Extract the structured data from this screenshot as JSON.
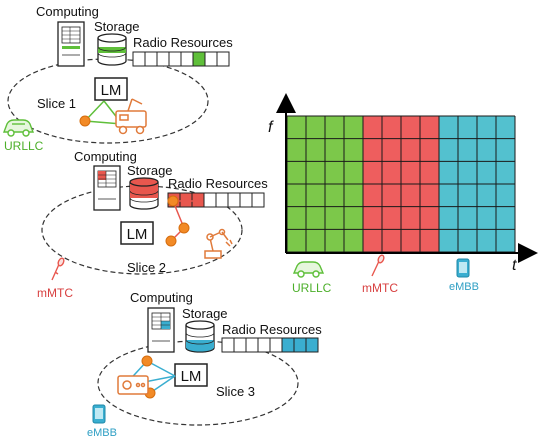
{
  "slices": [
    {
      "slice_label": "Slice 1",
      "computing_label": "Computing",
      "storage_label": "Storage",
      "radio_label": "Radio Resources",
      "model_label": "LM",
      "service_label": "URLLC",
      "service_icon": "car-icon",
      "device_icon": "robot-cart-icon",
      "accent": "#5fbf3a",
      "allocated_cells": [
        5
      ]
    },
    {
      "slice_label": "Slice 2",
      "computing_label": "Computing",
      "storage_label": "Storage",
      "radio_label": "Radio Resources",
      "model_label": "LM",
      "service_label": "mMTC",
      "service_icon": "sensor-probe-icon",
      "device_icon": "robotic-arm-icon",
      "accent": "#e8574e",
      "allocated_cells": [
        0,
        1,
        2
      ]
    },
    {
      "slice_label": "Slice 3",
      "computing_label": "Computing",
      "storage_label": "Storage",
      "radio_label": "Radio Resources",
      "model_label": "LM",
      "service_label": "eMBB",
      "service_icon": "smartphone-icon",
      "device_icon": "radio-device-icon",
      "accent": "#3aaed0",
      "allocated_cells": [
        5,
        6,
        7
      ]
    }
  ],
  "grid": {
    "y_axis_label": "f",
    "x_axis_label": "t",
    "rows": 6,
    "regions": [
      {
        "service": "URLLC",
        "color": "#7cc84a",
        "columns": 4
      },
      {
        "service": "mMTC",
        "color": "#ee5e5e",
        "columns": 4
      },
      {
        "service": "eMBB",
        "color": "#53c1cf",
        "columns": 4
      }
    ],
    "legend": [
      {
        "label": "URLLC",
        "icon": "car-icon",
        "color": "#5fbf3a"
      },
      {
        "label": "mMTC",
        "icon": "sensor-probe-icon",
        "color": "#e8574e"
      },
      {
        "label": "eMBB",
        "icon": "smartphone-icon",
        "color": "#3aaed0"
      }
    ]
  }
}
